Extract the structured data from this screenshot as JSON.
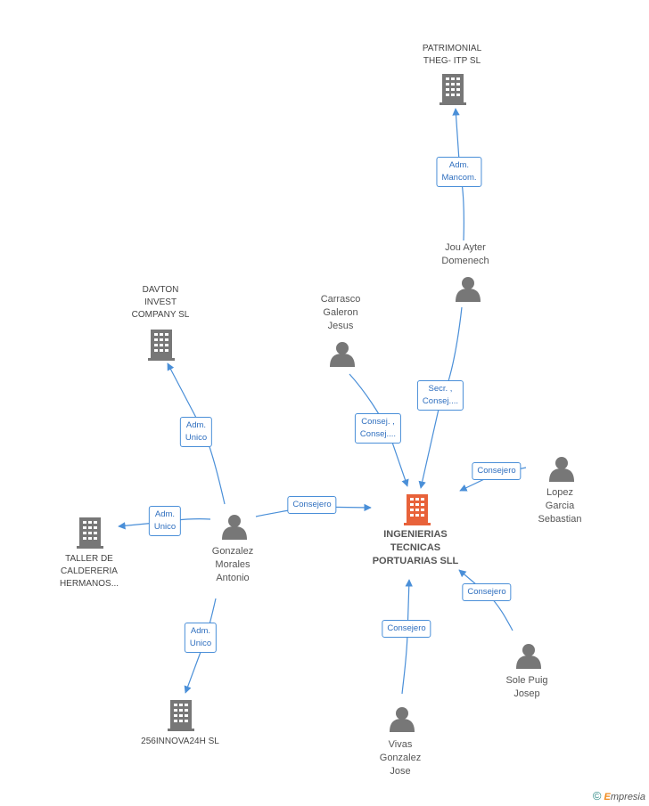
{
  "colors": {
    "edge": "#4a8fd8",
    "company": "#777777",
    "main_company": "#e8623a",
    "person": "#777777"
  },
  "nodes": [
    {
      "id": "main",
      "type": "company",
      "main": true,
      "label": "INGENIERIAS\nTECNICAS\nPORTUARIAS SLL"
    },
    {
      "id": "patrimonial",
      "type": "company",
      "label": "PATRIMONIAL\nTHEG- ITP SL"
    },
    {
      "id": "jou",
      "type": "person",
      "label": "Jou Ayter\nDomenech"
    },
    {
      "id": "carrasco",
      "type": "person",
      "label": "Carrasco\nGaleron\nJesus"
    },
    {
      "id": "davton",
      "type": "company",
      "label": "DAVTON\nINVEST\nCOMPANY SL"
    },
    {
      "id": "gonzalez",
      "type": "person",
      "label": "Gonzalez\nMorales\nAntonio"
    },
    {
      "id": "taller",
      "type": "company",
      "label": "TALLER DE\nCALDERERIA\nHERMANOS..."
    },
    {
      "id": "innova",
      "type": "company",
      "label": "256INNOVA24H SL"
    },
    {
      "id": "lopez",
      "type": "person",
      "label": "Lopez\nGarcia\nSebastian"
    },
    {
      "id": "sole",
      "type": "person",
      "label": "Sole Puig\nJosep"
    },
    {
      "id": "vivas",
      "type": "person",
      "label": "Vivas\nGonzalez\nJose"
    }
  ],
  "edges": [
    {
      "id": "e1",
      "from": "jou",
      "to": "patrimonial",
      "label": "Adm.\nMancom."
    },
    {
      "id": "e2",
      "from": "jou",
      "to": "main",
      "label": "Secr. ,\nConsej...."
    },
    {
      "id": "e3",
      "from": "carrasco",
      "to": "main",
      "label": "Consej. ,\nConsej...."
    },
    {
      "id": "e4",
      "from": "gonzalez",
      "to": "davton",
      "label": "Adm.\nUnico"
    },
    {
      "id": "e5",
      "from": "gonzalez",
      "to": "taller",
      "label": "Adm.\nUnico"
    },
    {
      "id": "e6",
      "from": "gonzalez",
      "to": "innova",
      "label": "Adm.\nUnico"
    },
    {
      "id": "e7",
      "from": "gonzalez",
      "to": "main",
      "label": "Consejero"
    },
    {
      "id": "e8",
      "from": "lopez",
      "to": "main",
      "label": "Consejero"
    },
    {
      "id": "e9",
      "from": "sole",
      "to": "main",
      "label": "Consejero"
    },
    {
      "id": "e10",
      "from": "vivas",
      "to": "main",
      "label": "Consejero"
    }
  ],
  "footer": {
    "copyright": "©",
    "brand_first": "E",
    "brand_rest": "mpresia"
  }
}
